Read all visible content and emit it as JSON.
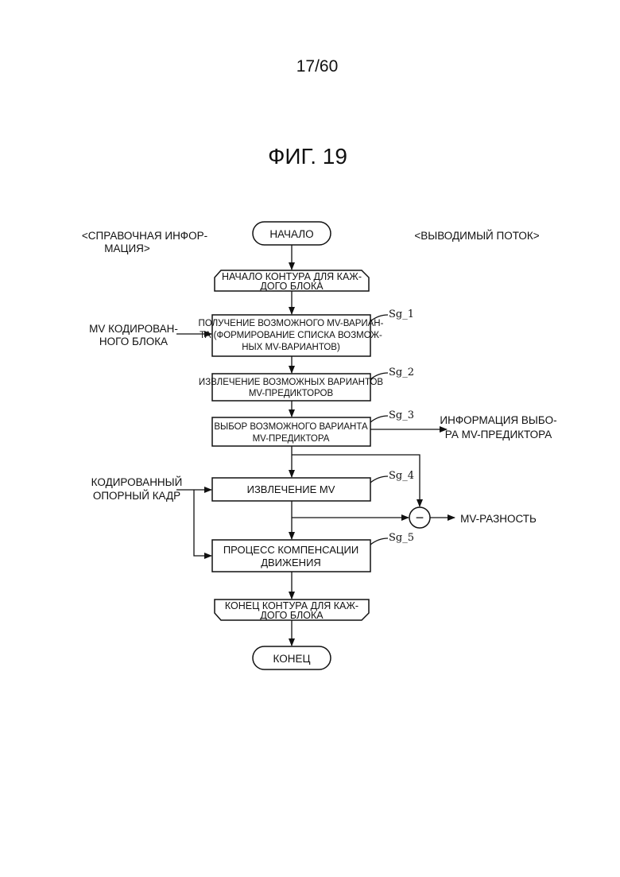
{
  "page_number": "17/60",
  "figure_title": "ФИГ. 19",
  "side_labels": {
    "left_top": [
      "<СПРАВОЧНАЯ ИНФОР-",
      "МАЦИЯ>"
    ],
    "right_top": "<ВЫВОДИМЫЙ ПОТОК>",
    "mv_coded_block": [
      "MV КОДИРОВАН-",
      "НОГО БЛОКА"
    ],
    "coded_reference_frame": [
      "КОДИРОВАННЫЙ",
      "ОПОРНЫЙ КАДР"
    ],
    "mv_predictor_selection_info": [
      "ИНФОРМАЦИЯ ВЫБО-",
      "РА MV-ПРЕДИКТОРА"
    ],
    "mv_difference": "MV-РАЗНОСТЬ",
    "minus_sign": "−"
  },
  "nodes": {
    "start": "НАЧАЛО",
    "loop_start": [
      "НАЧАЛО КОНТУРА ДЛЯ КАЖ-",
      "ДОГО БЛОКА"
    ],
    "sg1": [
      "ПОЛУЧЕНИЕ ВОЗМОЖНОГО MV-ВАРИАН-",
      "ТА (ФОРМИРОВАНИЕ СПИСКА ВОЗМОЖ-",
      "НЫХ MV-ВАРИАНТОВ)"
    ],
    "sg2": [
      "ИЗВЛЕЧЕНИЕ ВОЗМОЖНЫХ ВАРИАНТОВ",
      "MV-ПРЕДИКТОРОВ"
    ],
    "sg3": [
      "ВЫБОР ВОЗМОЖНОГО ВАРИАНТА",
      "MV-ПРЕДИКТОРА"
    ],
    "sg4": "ИЗВЛЕЧЕНИЕ MV",
    "sg5": [
      "ПРОЦЕСС КОМПЕНСАЦИИ",
      "ДВИЖЕНИЯ"
    ],
    "loop_end": [
      "КОНЕЦ КОНТУРА ДЛЯ КАЖ-",
      "ДОГО БЛОКА"
    ],
    "end": "КОНЕЦ"
  },
  "step_labels": {
    "sg1": "Sg_1",
    "sg2": "Sg_2",
    "sg3": "Sg_3",
    "sg4": "Sg_4",
    "sg5": "Sg_5"
  }
}
